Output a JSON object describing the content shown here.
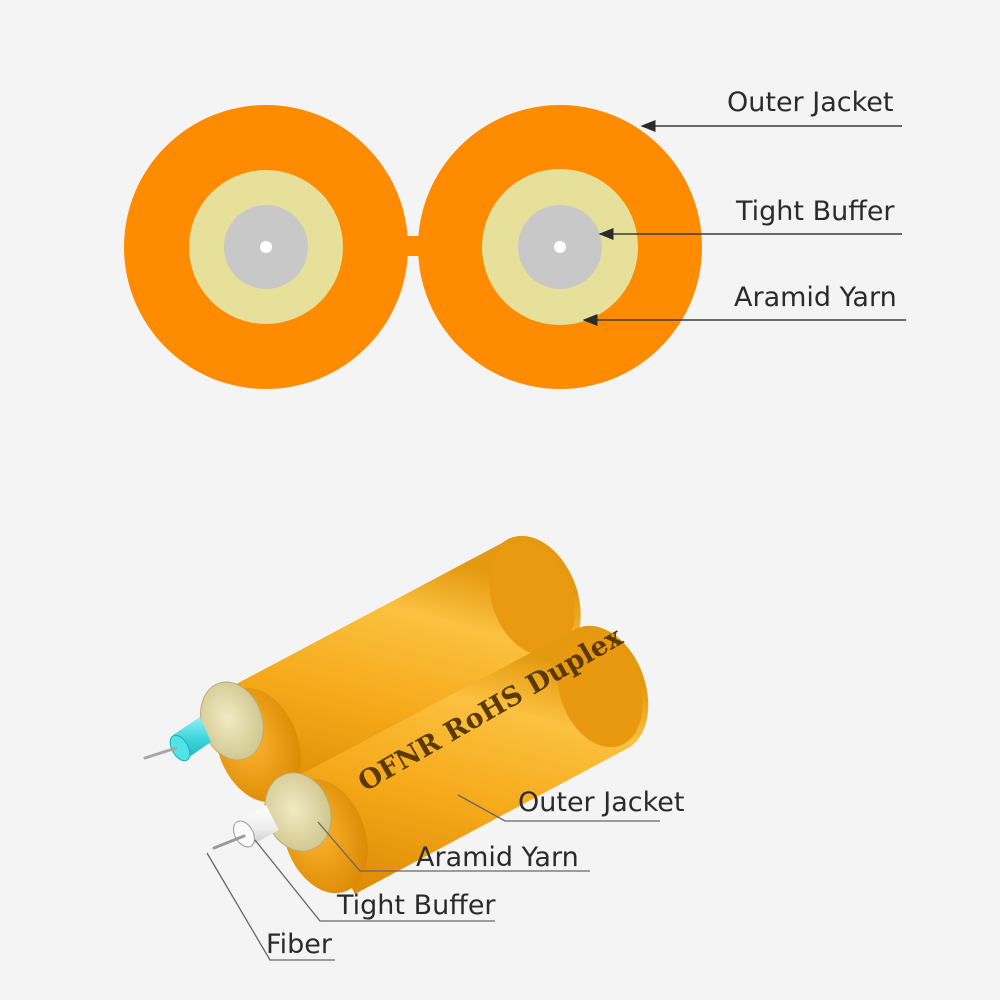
{
  "colors": {
    "background": "#f4f4f4",
    "jacket": "#ff8c00",
    "aramid": "#e6e09a",
    "buffer": "#c8c8c8",
    "fiber_core": "#ffffff",
    "jacket_3d_light": "#fbc140",
    "jacket_3d_dark": "#d98600",
    "aramid_3d": "#e7dfae",
    "fiber_blue": "#3fd6de",
    "fiber_white": "#f2f2f2",
    "leader": "#3a3a3a"
  },
  "cross_section": {
    "labels": {
      "outer_jacket": "Outer Jacket",
      "tight_buffer": "Tight Buffer",
      "aramid_yarn": "Aramid Yarn"
    }
  },
  "isometric": {
    "printed_text": "OFNR RoHS Duplex",
    "labels": {
      "outer_jacket": "Outer Jacket",
      "aramid_yarn": "Aramid Yarn",
      "tight_buffer": "Tight Buffer",
      "fiber": "Fiber"
    }
  }
}
